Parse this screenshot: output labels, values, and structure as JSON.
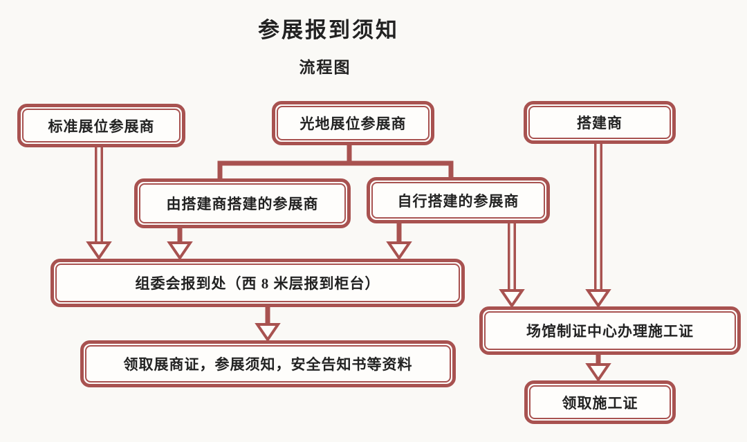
{
  "title": "参展报到须知",
  "subtitle": "流程图",
  "colors": {
    "line": "#a85250",
    "ink": "#222222",
    "bg": "#faf9f6",
    "box_bg": "#fefdfb"
  },
  "nodes": {
    "standard_booth": {
      "label": "标准展位参展商"
    },
    "raw_space_booth": {
      "label": "光地展位参展商"
    },
    "contractor": {
      "label": "搭建商"
    },
    "built_by_contractor": {
      "label": "由搭建商搭建的参展商"
    },
    "self_built": {
      "label": "自行搭建的参展商"
    },
    "checkin_desk": {
      "label": "组委会报到处（西 8 米层报到柜台）"
    },
    "collect_materials": {
      "label": "领取展商证，参展须知，安全告知书等资料"
    },
    "permit_center": {
      "label": "场馆制证中心办理施工证"
    },
    "collect_permit": {
      "label": "领取施工证"
    }
  },
  "edges": [
    {
      "from": "standard_booth",
      "to": "checkin_desk"
    },
    {
      "from": "raw_space_booth",
      "to": "built_by_contractor"
    },
    {
      "from": "raw_space_booth",
      "to": "self_built"
    },
    {
      "from": "built_by_contractor",
      "to": "checkin_desk"
    },
    {
      "from": "self_built",
      "to": "checkin_desk"
    },
    {
      "from": "self_built",
      "to": "permit_center"
    },
    {
      "from": "contractor",
      "to": "permit_center"
    },
    {
      "from": "checkin_desk",
      "to": "collect_materials"
    },
    {
      "from": "permit_center",
      "to": "collect_permit"
    }
  ]
}
